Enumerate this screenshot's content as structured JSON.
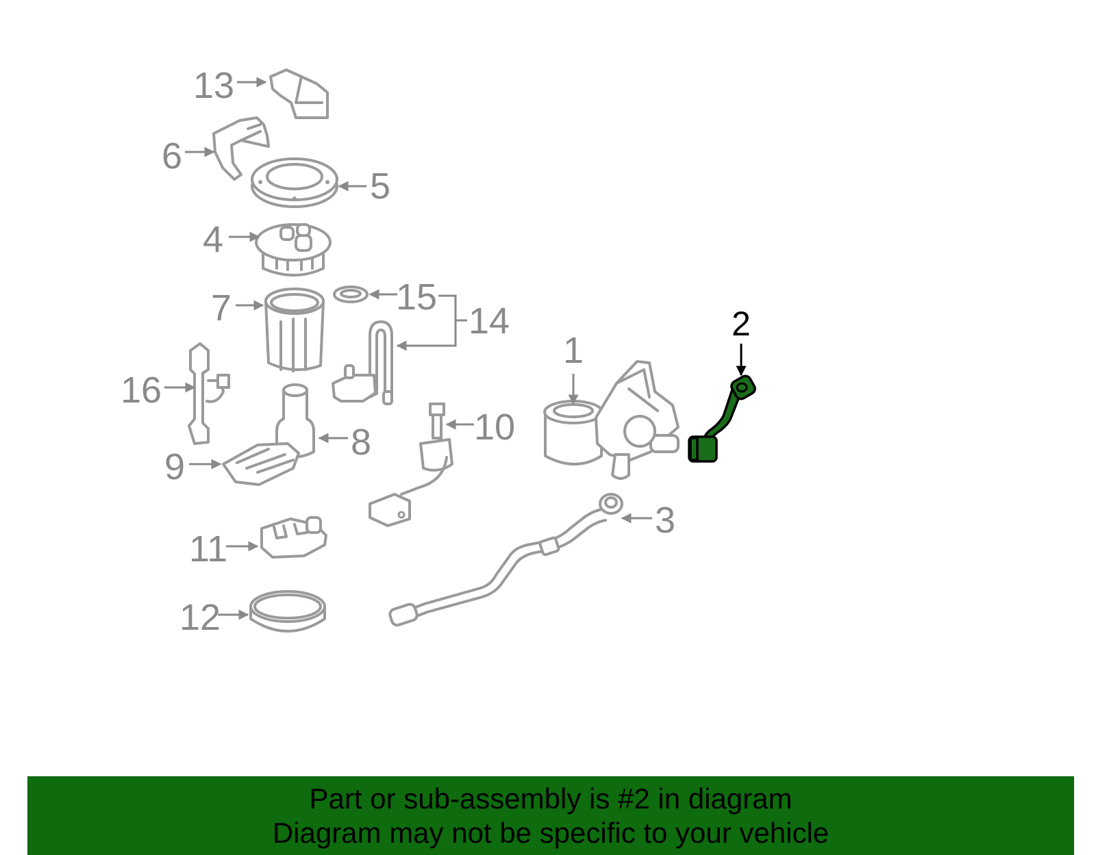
{
  "colors": {
    "highlight": "#1a6d1a",
    "banner": "#0e6b0e",
    "part_stroke": "#9a9a9a",
    "callout_text": "#8a8a8a"
  },
  "callouts": {
    "c1": "1",
    "c2": "2",
    "c3": "3",
    "c4": "4",
    "c5": "5",
    "c6": "6",
    "c7": "7",
    "c8": "8",
    "c9": "9",
    "c10": "10",
    "c11": "11",
    "c12": "12",
    "c13": "13",
    "c14": "14",
    "c15": "15",
    "c16": "16"
  },
  "highlighted_part": "2",
  "banner": {
    "line1": "Part or sub-assembly is #2 in diagram",
    "line2": "Diagram may not be specific to your vehicle"
  }
}
